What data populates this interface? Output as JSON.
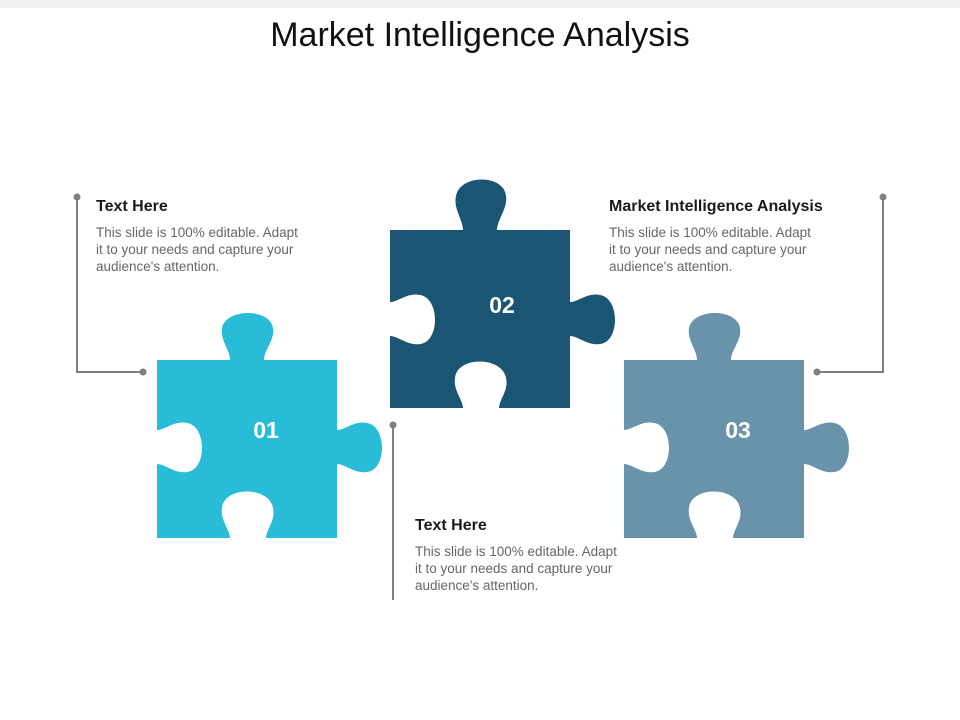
{
  "slide": {
    "title": "Market Intelligence Analysis"
  },
  "colors": {
    "piece_1": "#28bcd8",
    "piece_2": "#1a5673",
    "piece_3": "#6893aa",
    "connector": "#7f7f7f"
  },
  "pieces": [
    {
      "number": "01"
    },
    {
      "number": "02"
    },
    {
      "number": "03"
    }
  ],
  "callouts": [
    {
      "heading": "Text Here",
      "body": "This slide is 100% editable. Adapt\nit to your needs and capture your\naudience's attention."
    },
    {
      "heading": "Market Intelligence Analysis",
      "body": "This slide is 100% editable. Adapt\nit to your needs and capture your\naudience's attention."
    },
    {
      "heading": "Text Here",
      "body": "This slide is 100% editable. Adapt\nit to your needs and capture your\naudience's attention."
    }
  ]
}
